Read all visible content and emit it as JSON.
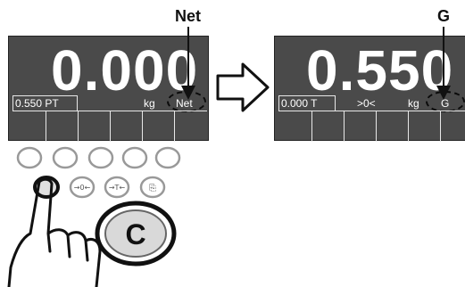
{
  "callouts": {
    "net": "Net",
    "gross": "G"
  },
  "panel_before": {
    "display_value": "0.000",
    "tare": "0.550 PT",
    "unit": "kg",
    "mode": "Net"
  },
  "panel_after": {
    "display_value": "0.550",
    "tare": "0.000 T",
    "zero_indicator": ">0<",
    "unit": "kg",
    "mode": "G"
  },
  "keypad": {
    "zero_key": "→0←",
    "tare_key": "→T←",
    "print_key": "⎘",
    "clear_key": "C"
  },
  "colors": {
    "screen": "#4a4a4a",
    "text": "#ffffff",
    "key": "#d9d9d9"
  }
}
